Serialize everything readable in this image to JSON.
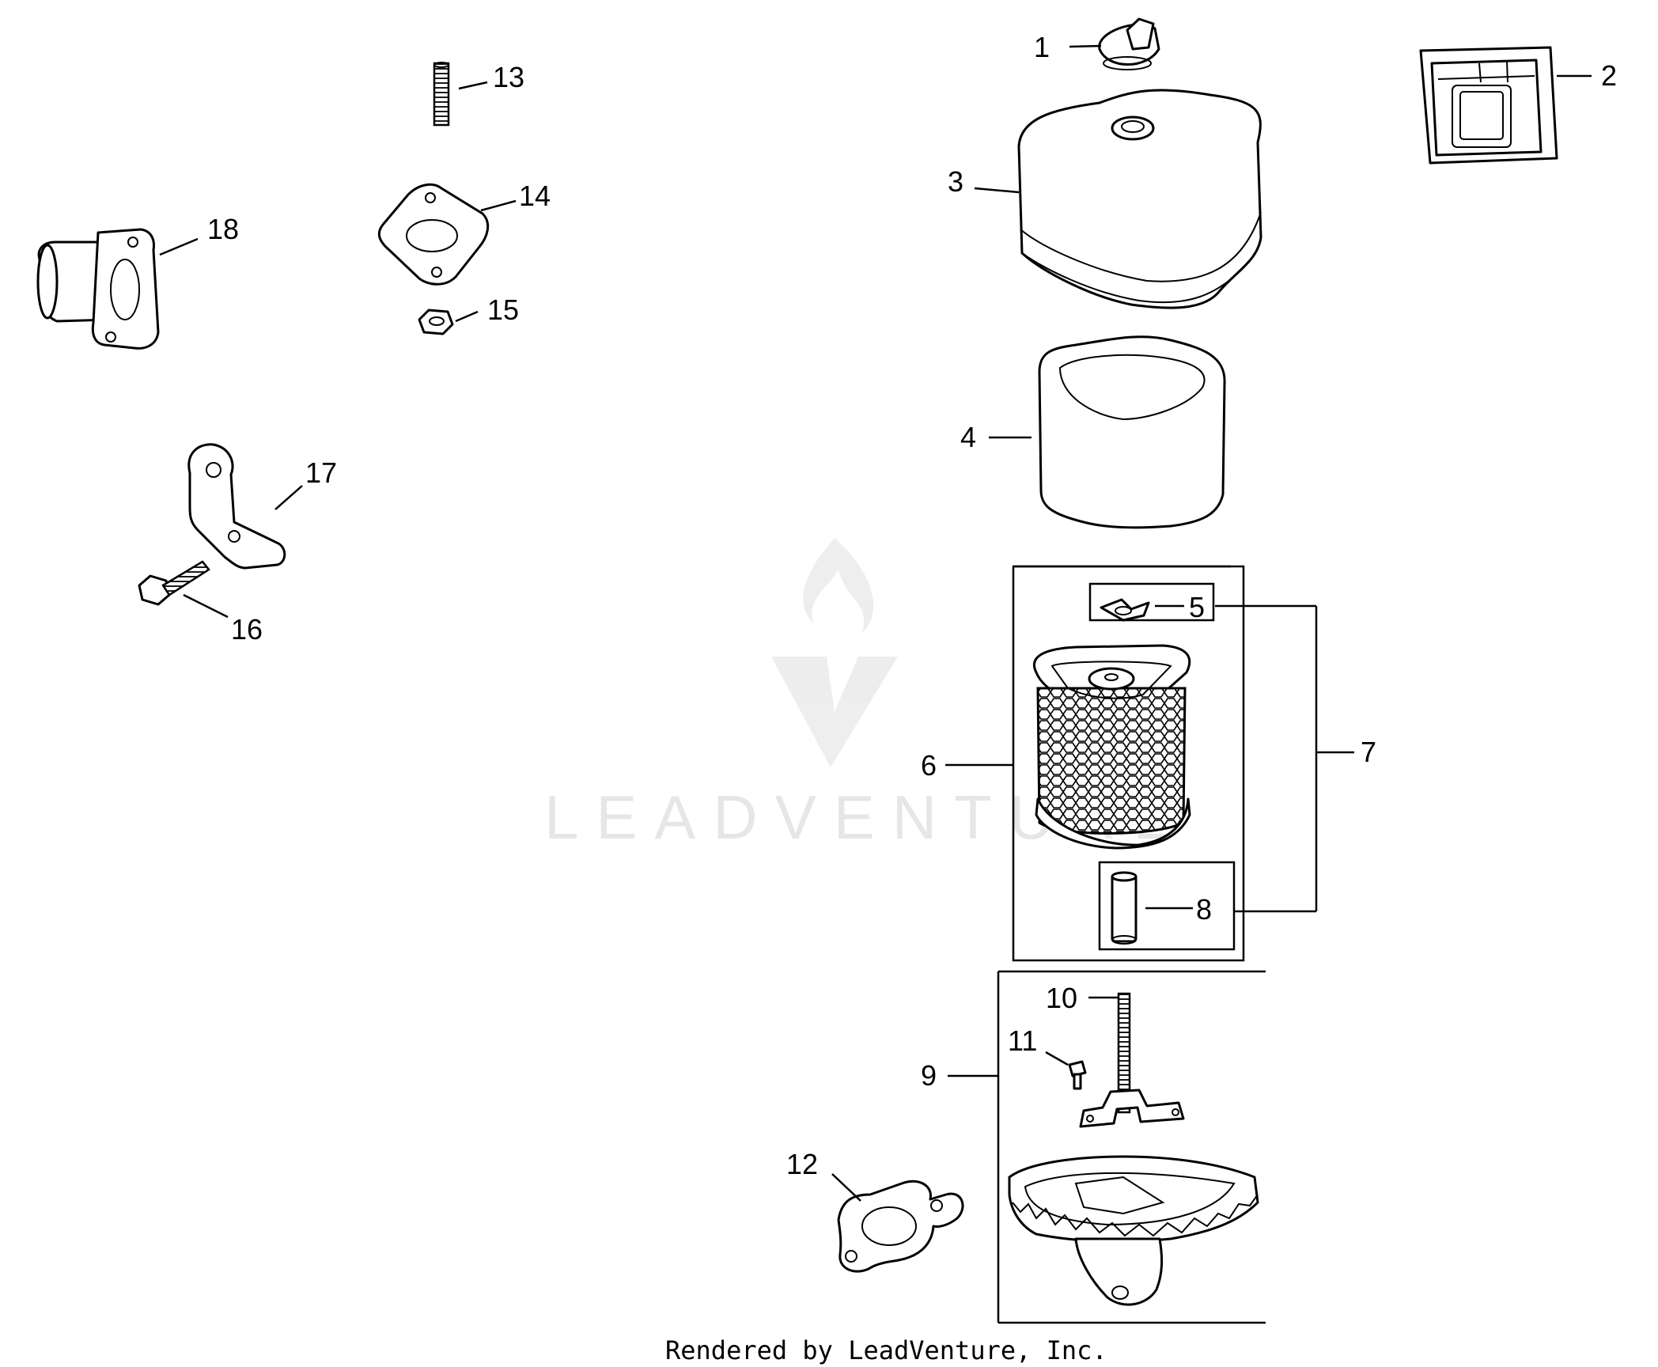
{
  "watermark": {
    "text": "LEADVENTURE"
  },
  "footer": {
    "text": "Rendered by LeadVenture, Inc."
  },
  "callouts": [
    {
      "num": "1"
    },
    {
      "num": "2"
    },
    {
      "num": "3"
    },
    {
      "num": "4"
    },
    {
      "num": "5"
    },
    {
      "num": "6"
    },
    {
      "num": "7"
    },
    {
      "num": "8"
    },
    {
      "num": "9"
    },
    {
      "num": "10"
    },
    {
      "num": "11"
    },
    {
      "num": "12"
    },
    {
      "num": "13"
    },
    {
      "num": "14"
    },
    {
      "num": "15"
    },
    {
      "num": "16"
    },
    {
      "num": "17"
    },
    {
      "num": "18"
    }
  ]
}
